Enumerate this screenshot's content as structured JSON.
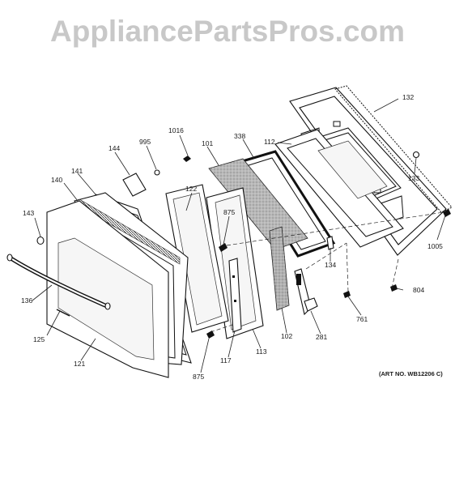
{
  "watermark": "AppliancePartsPros.com",
  "art_number": "(ART NO. WB12206 C)",
  "part_labels": {
    "p132": "132",
    "p1016": "1016",
    "p995": "995",
    "p144": "144",
    "p101": "101",
    "p338": "338",
    "p112": "112",
    "p133": "133",
    "p141": "141",
    "p140": "140",
    "p122": "122",
    "p875a": "875",
    "p143": "143",
    "p1005": "1005",
    "p134": "134",
    "p804": "804",
    "p136": "136",
    "p761": "761",
    "p125": "125",
    "p121": "121",
    "p117": "117",
    "p113": "113",
    "p102": "102",
    "p281": "281",
    "p875b": "875"
  }
}
